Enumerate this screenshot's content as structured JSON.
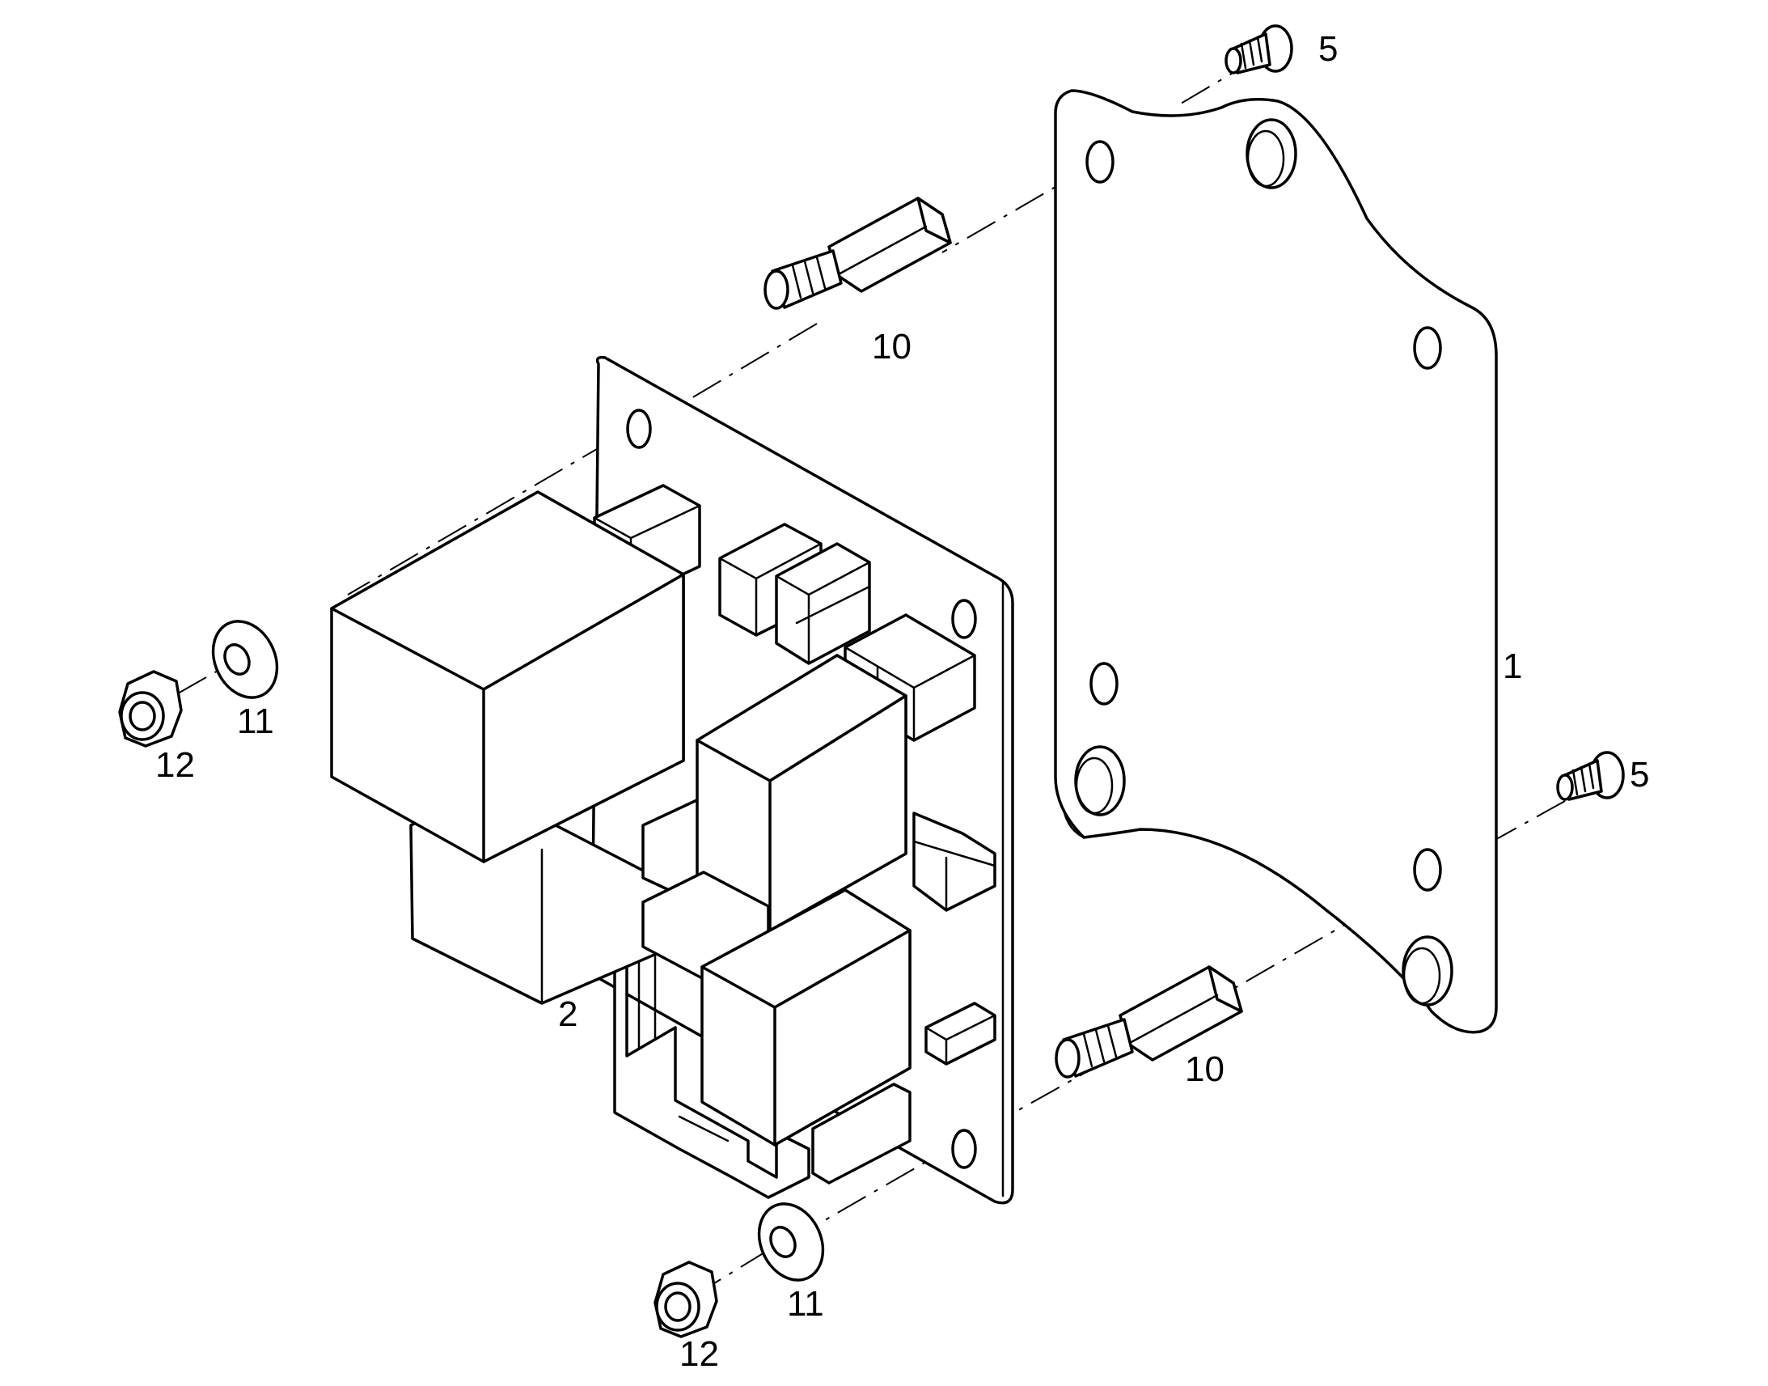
{
  "callouts": {
    "part_1": "1",
    "part_2": "2",
    "part_5_top": "5",
    "part_5_right": "5",
    "part_10_top": "10",
    "part_10_bottom": "10",
    "part_11_left": "11",
    "part_11_bottom": "11",
    "part_12_left": "12",
    "part_12_bottom": "12"
  },
  "colors": {
    "line": "#000000",
    "background": "#ffffff"
  }
}
